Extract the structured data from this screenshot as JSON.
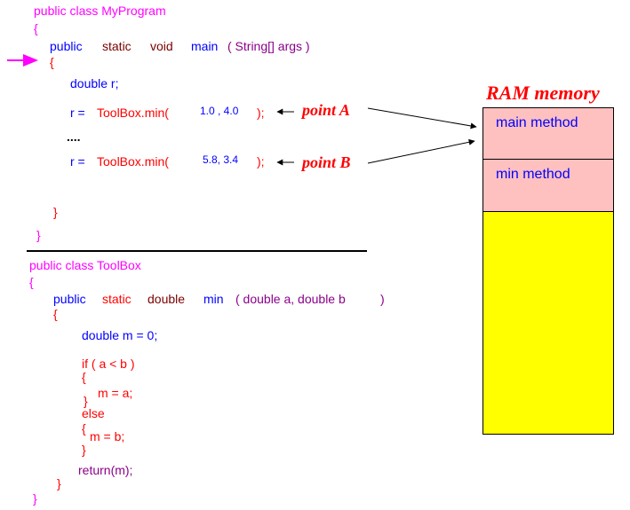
{
  "program": {
    "class_decl": "public class MyProgram",
    "open_brace": "{",
    "main_public": "public",
    "main_static": "static",
    "main_void": "void",
    "main_name": "main",
    "main_params": "( String[] args )",
    "main_open": "{",
    "decl_r": "double r;",
    "call1_lhs": "r =",
    "call1_fn": "ToolBox.min(",
    "call1_args": "1.0 , 4.0",
    "call1_end": ");",
    "ellipsis": "....",
    "call2_lhs": "r =",
    "call2_fn": "ToolBox.min(",
    "call2_args": "5.8, 3.4",
    "call2_end": ");",
    "main_close": "}",
    "class_close": "}"
  },
  "toolbox": {
    "class_decl": "public class ToolBox",
    "open_brace": "{",
    "m_public": "public",
    "m_static": "static",
    "m_double": "double",
    "m_name": "min",
    "m_params": "( double a, double b",
    "m_params_end": ")",
    "m_open": "{",
    "decl_m": "double m = 0;",
    "if_line": "if ( a < b )",
    "if_open": "{",
    "assign_a": "m = a;",
    "if_close": "}",
    "else_kw": "else",
    "else_open": "{",
    "assign_b": "m = b;",
    "else_close": "}",
    "return_stmt": "return(m);",
    "m_close": "}",
    "class_close": "}"
  },
  "annotations": {
    "point_a": "point A",
    "point_b": "point B"
  },
  "memory": {
    "title": "RAM memory",
    "frames": [
      {
        "label": "main method"
      },
      {
        "label": "min method"
      }
    ]
  },
  "colors": {
    "magenta": "#ff00ff",
    "blue": "#0000ff",
    "red": "#ff0000",
    "frame_fill": "#ffc0c0",
    "free_fill": "#ffff00"
  }
}
